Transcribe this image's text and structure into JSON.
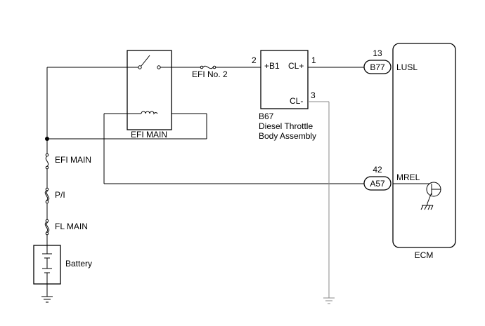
{
  "components": {
    "efi_main_relay": "EFI MAIN",
    "efi_no2_fuse": "EFI No. 2",
    "efi_main_fuse": "EFI MAIN",
    "pi_fuse": "P/I",
    "fl_main_fuse": "FL MAIN",
    "battery": "Battery",
    "throttle_connector": "B67",
    "throttle_name_line1": "Diesel Throttle",
    "throttle_name_line2": "Body Assembly",
    "ecm": "ECM"
  },
  "throttle_pins": {
    "b1_num": "2",
    "b1_label": "+B1",
    "clp_num": "1",
    "clp_label": "CL+",
    "clm_num": "3",
    "clm_label": "CL-"
  },
  "ecm_pins": {
    "lusl_num": "13",
    "lusl_connector": "B77",
    "lusl_label": "LUSL",
    "mrel_num": "42",
    "mrel_connector": "A57",
    "mrel_label": "MREL"
  }
}
